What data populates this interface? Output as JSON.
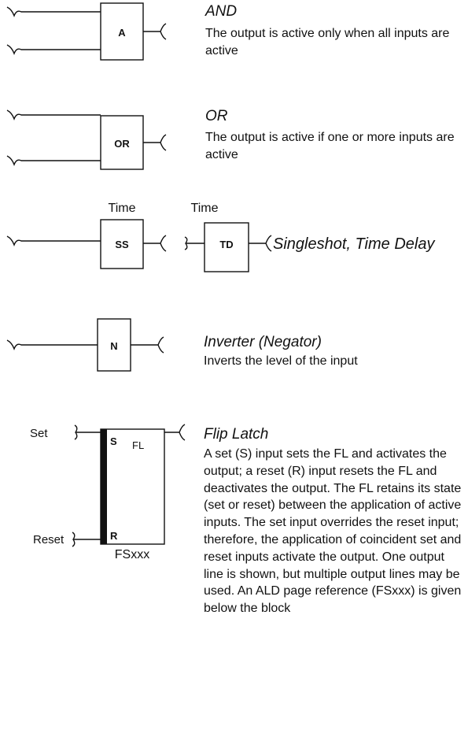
{
  "blocks": {
    "and": {
      "label": "A",
      "title": "AND",
      "description": "The output is active only when all inputs are active"
    },
    "or": {
      "label": "OR",
      "title": "OR",
      "description": "The output is active if one or more inputs are active"
    },
    "singleshot": {
      "label": "SS",
      "above": "Time",
      "td_label": "TD",
      "td_above": "Time",
      "caption": "Singleshot, Time Delay"
    },
    "inverter": {
      "label": "N",
      "title": "Inverter (Negator)",
      "description": "Inverts the level of the input"
    },
    "flip_latch": {
      "set_pin": "S",
      "reset_pin": "R",
      "name": "FL",
      "set_input": "Set",
      "reset_input": "Reset",
      "page_ref": "FSxxx",
      "title": "Flip Latch",
      "description": "A set (S) input sets the FL and activates the output; a reset (R) input resets the FL and deactivates the output. The FL retains its state (set or reset) between the application of active inputs. The set input overrides the reset input; therefore, the application of coincident set and reset inputs activate the output. One output line is shown, but multiple output lines may be used. An ALD page reference (FSxxx) is given below the block"
    }
  }
}
